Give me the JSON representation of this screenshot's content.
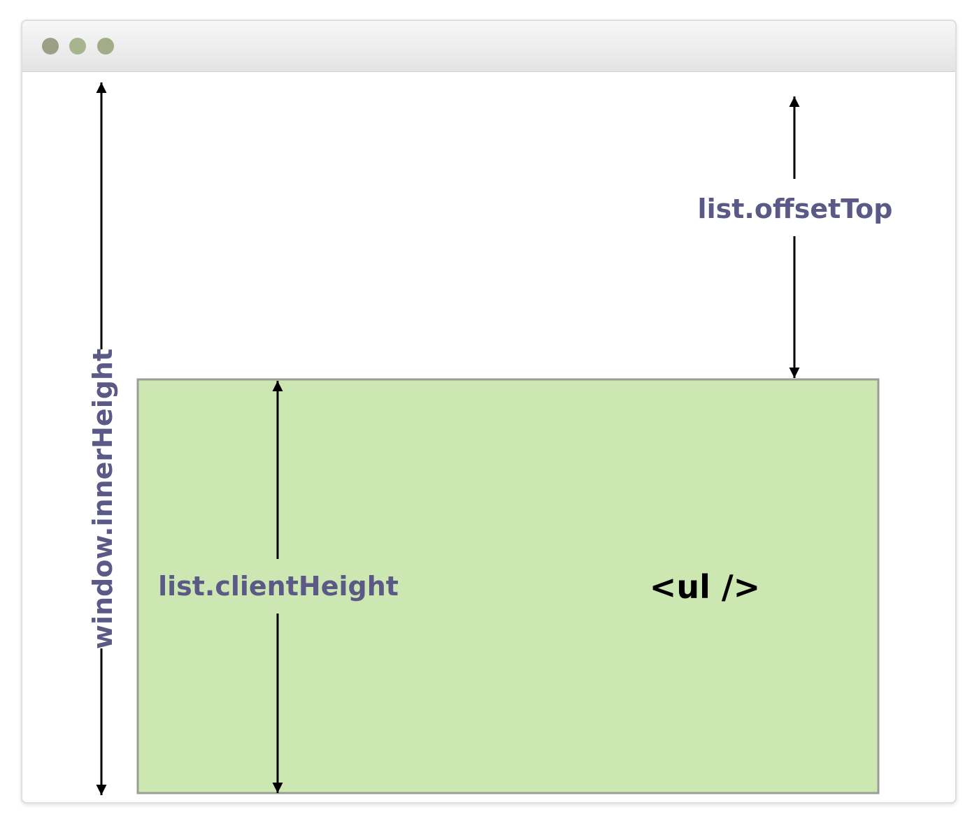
{
  "window_controls": {
    "colors": [
      "#9a9f87",
      "#a8b48e",
      "#a2ad88"
    ]
  },
  "labels": {
    "window_inner_height": "window.innerHeight",
    "list_offset_top": "list.offsetTop",
    "list_client_height": "list.clientHeight",
    "ul_tag": "<ul />"
  },
  "colors": {
    "label": "#5b5a87",
    "list_fill": "#cde7b2",
    "list_border": "#999f93",
    "arrow": "#000000",
    "ul_text": "#000000"
  }
}
